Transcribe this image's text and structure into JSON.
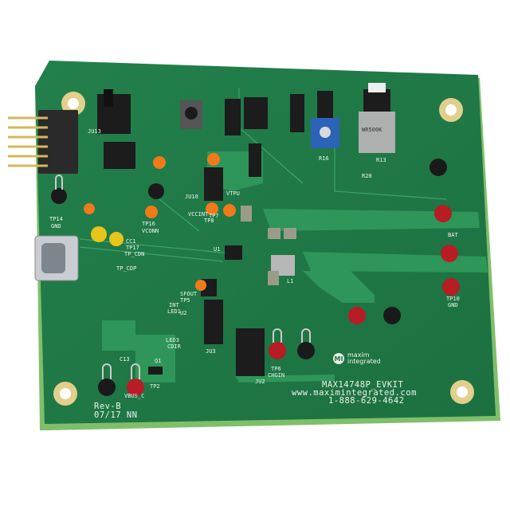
{
  "board": {
    "name": "MAX14748P_EVKIT",
    "website": "www.maximintegrated.com",
    "phone": "1-888-629-4642",
    "revision": "Rev-B",
    "date_code": "07/17 NN",
    "brand": {
      "line1": "maxim",
      "line2": "integrated"
    },
    "colors": {
      "pcb": "#1f7a48",
      "trace": "#2f9a5c",
      "gold": "#e2cf8c",
      "red_tp": "#b81c24",
      "black_tp": "#1a1a1a",
      "yellow_tp": "#e8c51a",
      "orange_tp": "#f07a1a",
      "blue_pot": "#2a63b8"
    }
  },
  "labels": {
    "tp14": "TP14",
    "gnd_left": "GND",
    "tp16": "TP16",
    "vconn": "VCONN",
    "tp_cdn": "TP_CDN",
    "tp_cdp": "TP_CDP",
    "cc1": "CC1",
    "tp17": "TP17",
    "tp8": "TP8",
    "vccint": "VCCINT",
    "tp7": "TP7",
    "vtpu": "VTPU",
    "ju10": "JU10",
    "ju13": "JU13",
    "ju3": "JU3",
    "ju2": "JU2",
    "tp6": "TP6",
    "chgin": "CHGIN",
    "sfout": "SFOUT",
    "tp5": "TP5",
    "int": "INT",
    "led1": "LED1",
    "led3": "LED3",
    "cdir": "CDIR",
    "tp2": "TP2",
    "vbus_c": "VBUS_C",
    "q1": "Q1",
    "c13": "C13",
    "u1": "U1",
    "u2": "U2",
    "l1": "L1",
    "r16": "R16",
    "r13": "R13",
    "r20": "R20",
    "tp10": "TP10",
    "gnd_right": "GND",
    "bat": "BAT",
    "pot_marking": "WR500K"
  }
}
